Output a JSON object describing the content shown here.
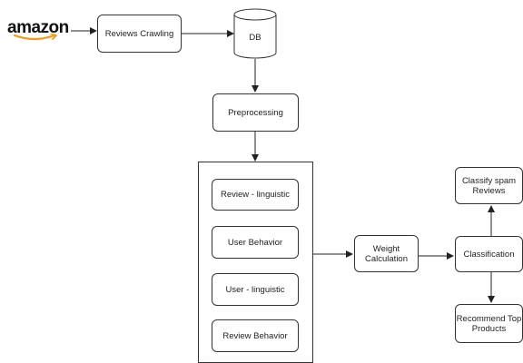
{
  "logo": {
    "text": "amazon",
    "smile_color": "#f39c12"
  },
  "nodes": {
    "crawling": "Reviews Crawling",
    "db": "DB",
    "preprocessing": "Preprocessing",
    "review_linguistic": "Review - linguistic",
    "user_behavior": "User Behavior",
    "user_linguistic": "User - linguistic",
    "review_behavior": "Review Behavior",
    "weight": "Weight\nCalculation",
    "classification": "Classification",
    "classify_spam": "Classify spam\nReviews",
    "recommend": "Recommend Top\nProducts"
  }
}
